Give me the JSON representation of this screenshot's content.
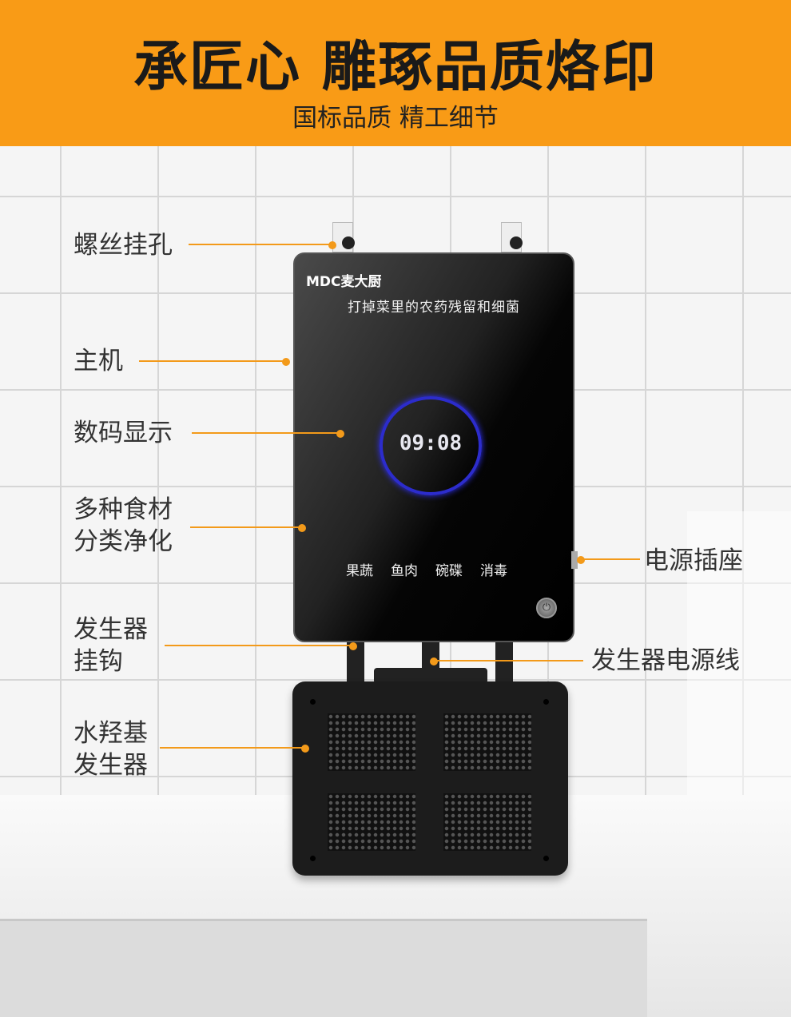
{
  "header": {
    "title": "承匠心 雕琢品质烙印",
    "subtitle": "国标品质 精工细节"
  },
  "device": {
    "brand": "MDC麦大厨",
    "slogan": "打掉菜里的农药残留和细菌",
    "time": "09:08",
    "modes": [
      "果蔬",
      "鱼肉",
      "碗碟",
      "消毒"
    ],
    "power_icon": "power-icon"
  },
  "labels": {
    "screw_hole": "螺丝挂孔",
    "host": "主机",
    "display": "数码显示",
    "multi_line1": "多种食材",
    "multi_line2": "分类净化",
    "hook_line1": "发生器",
    "hook_line2": "挂钩",
    "gen_line1": "水羟基",
    "gen_line2": "发生器",
    "socket": "电源插座",
    "cable": "发生器电源线"
  },
  "colors": {
    "accent": "#f99b16",
    "ring": "#2c2ccc"
  }
}
